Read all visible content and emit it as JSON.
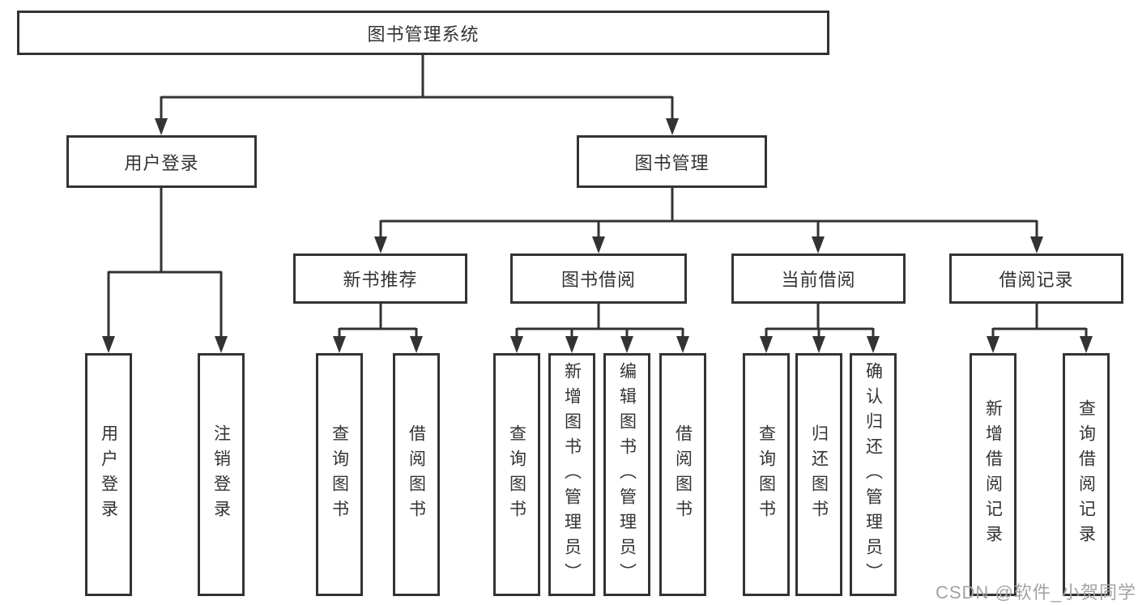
{
  "colors": {
    "line": "#333333",
    "text": "#333333",
    "background": "#ffffff",
    "watermark": "#a3a3a3"
  },
  "watermark": {
    "text": "CSDN @软件_小贺同学"
  },
  "tree": {
    "label": "图书管理系统",
    "children": [
      {
        "label": "用户登录",
        "children": [
          {
            "label": "用户登录"
          },
          {
            "label": "注销登录"
          }
        ]
      },
      {
        "label": "图书管理",
        "children": [
          {
            "label": "新书推荐",
            "children": [
              {
                "label": "查询图书"
              },
              {
                "label": "借阅图书"
              }
            ]
          },
          {
            "label": "图书借阅",
            "children": [
              {
                "label": "查询图书"
              },
              {
                "label": "新增图书（管理员）"
              },
              {
                "label": "编辑图书（管理员）"
              },
              {
                "label": "借阅图书"
              }
            ]
          },
          {
            "label": "当前借阅",
            "children": [
              {
                "label": "查询图书"
              },
              {
                "label": "归还图书"
              },
              {
                "label": "确认归还（管理员）"
              }
            ]
          },
          {
            "label": "借阅记录",
            "children": [
              {
                "label": "新增借阅记录"
              },
              {
                "label": "查询借阅记录"
              }
            ]
          }
        ]
      }
    ]
  }
}
